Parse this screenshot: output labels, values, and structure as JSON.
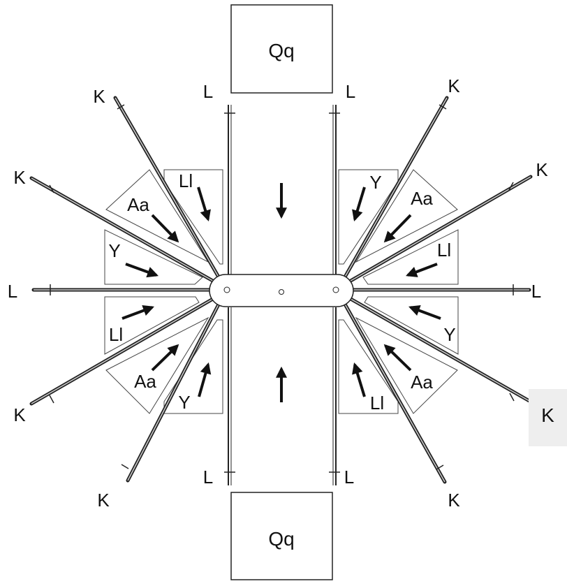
{
  "labels": {
    "block_top": "Qq",
    "block_bottom": "Qq",
    "k": "K",
    "l": "L",
    "aa": "Aa",
    "y": "Y",
    "ll": "Ll"
  },
  "side_tab": {
    "text": "K"
  },
  "colors": {
    "line": "#222222",
    "rod_light": "#bbbbbb",
    "tab_bg": "#eeeeee",
    "background": "#ffffff"
  }
}
